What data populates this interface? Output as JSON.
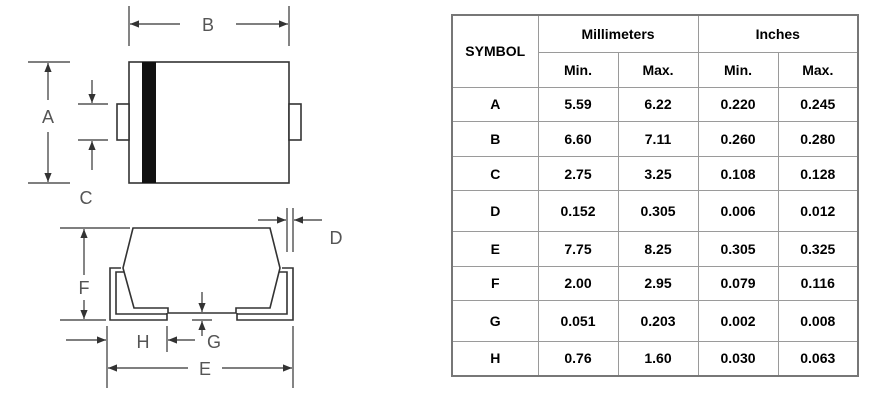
{
  "drawing": {
    "labels": {
      "a": "A",
      "b": "B",
      "c": "C",
      "d": "D",
      "e": "E",
      "f": "F",
      "g": "G",
      "h": "H"
    }
  },
  "table": {
    "symbol_header": "SYMBOL",
    "mm_header": "Millimeters",
    "in_header": "Inches",
    "min_label": "Min.",
    "max_label": "Max.",
    "rows": [
      {
        "symbol": "A",
        "mm_min": "5.59",
        "mm_max": "6.22",
        "in_min": "0.220",
        "in_max": "0.245"
      },
      {
        "symbol": "B",
        "mm_min": "6.60",
        "mm_max": "7.11",
        "in_min": "0.260",
        "in_max": "0.280"
      },
      {
        "symbol": "C",
        "mm_min": "2.75",
        "mm_max": "3.25",
        "in_min": "0.108",
        "in_max": "0.128"
      },
      {
        "symbol": "D",
        "mm_min": "0.152",
        "mm_max": "0.305",
        "in_min": "0.006",
        "in_max": "0.012"
      },
      {
        "symbol": "E",
        "mm_min": "7.75",
        "mm_max": "8.25",
        "in_min": "0.305",
        "in_max": "0.325"
      },
      {
        "symbol": "F",
        "mm_min": "2.00",
        "mm_max": "2.95",
        "in_min": "0.079",
        "in_max": "0.116"
      },
      {
        "symbol": "G",
        "mm_min": "0.051",
        "mm_max": "0.203",
        "in_min": "0.002",
        "in_max": "0.008"
      },
      {
        "symbol": "H",
        "mm_min": "0.76",
        "mm_max": "1.60",
        "in_min": "0.030",
        "in_max": "0.063"
      }
    ]
  }
}
